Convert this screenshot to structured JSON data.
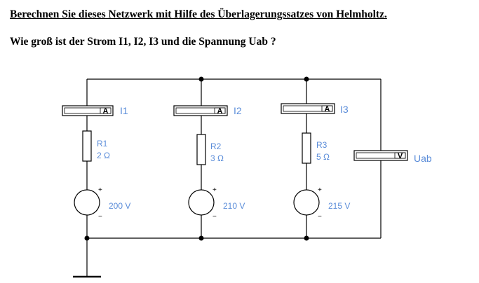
{
  "title": "Berechnen Sie dieses Netzwerk mit Hilfe des Überlagerungssatzes von Helmholtz.",
  "question": "Wie groß ist der Strom I1, I2, I3 und die Spannung Uab ?",
  "branches": [
    {
      "ammeter_letter": "A",
      "current_label": "I1",
      "resistor_name": "R1",
      "resistor_value": "2 Ω",
      "source_value": "200 V"
    },
    {
      "ammeter_letter": "A",
      "current_label": "I2",
      "resistor_name": "R2",
      "resistor_value": "3 Ω",
      "source_value": "210 V"
    },
    {
      "ammeter_letter": "A",
      "current_label": "I3",
      "resistor_name": "R3",
      "resistor_value": "5 Ω",
      "source_value": "215 V"
    }
  ],
  "voltmeter": {
    "letter": "V",
    "label": "Uab"
  },
  "polarity": {
    "plus": "+",
    "minus": "−"
  },
  "colors": {
    "label": "#5b8dd9",
    "wire": "#000000"
  }
}
